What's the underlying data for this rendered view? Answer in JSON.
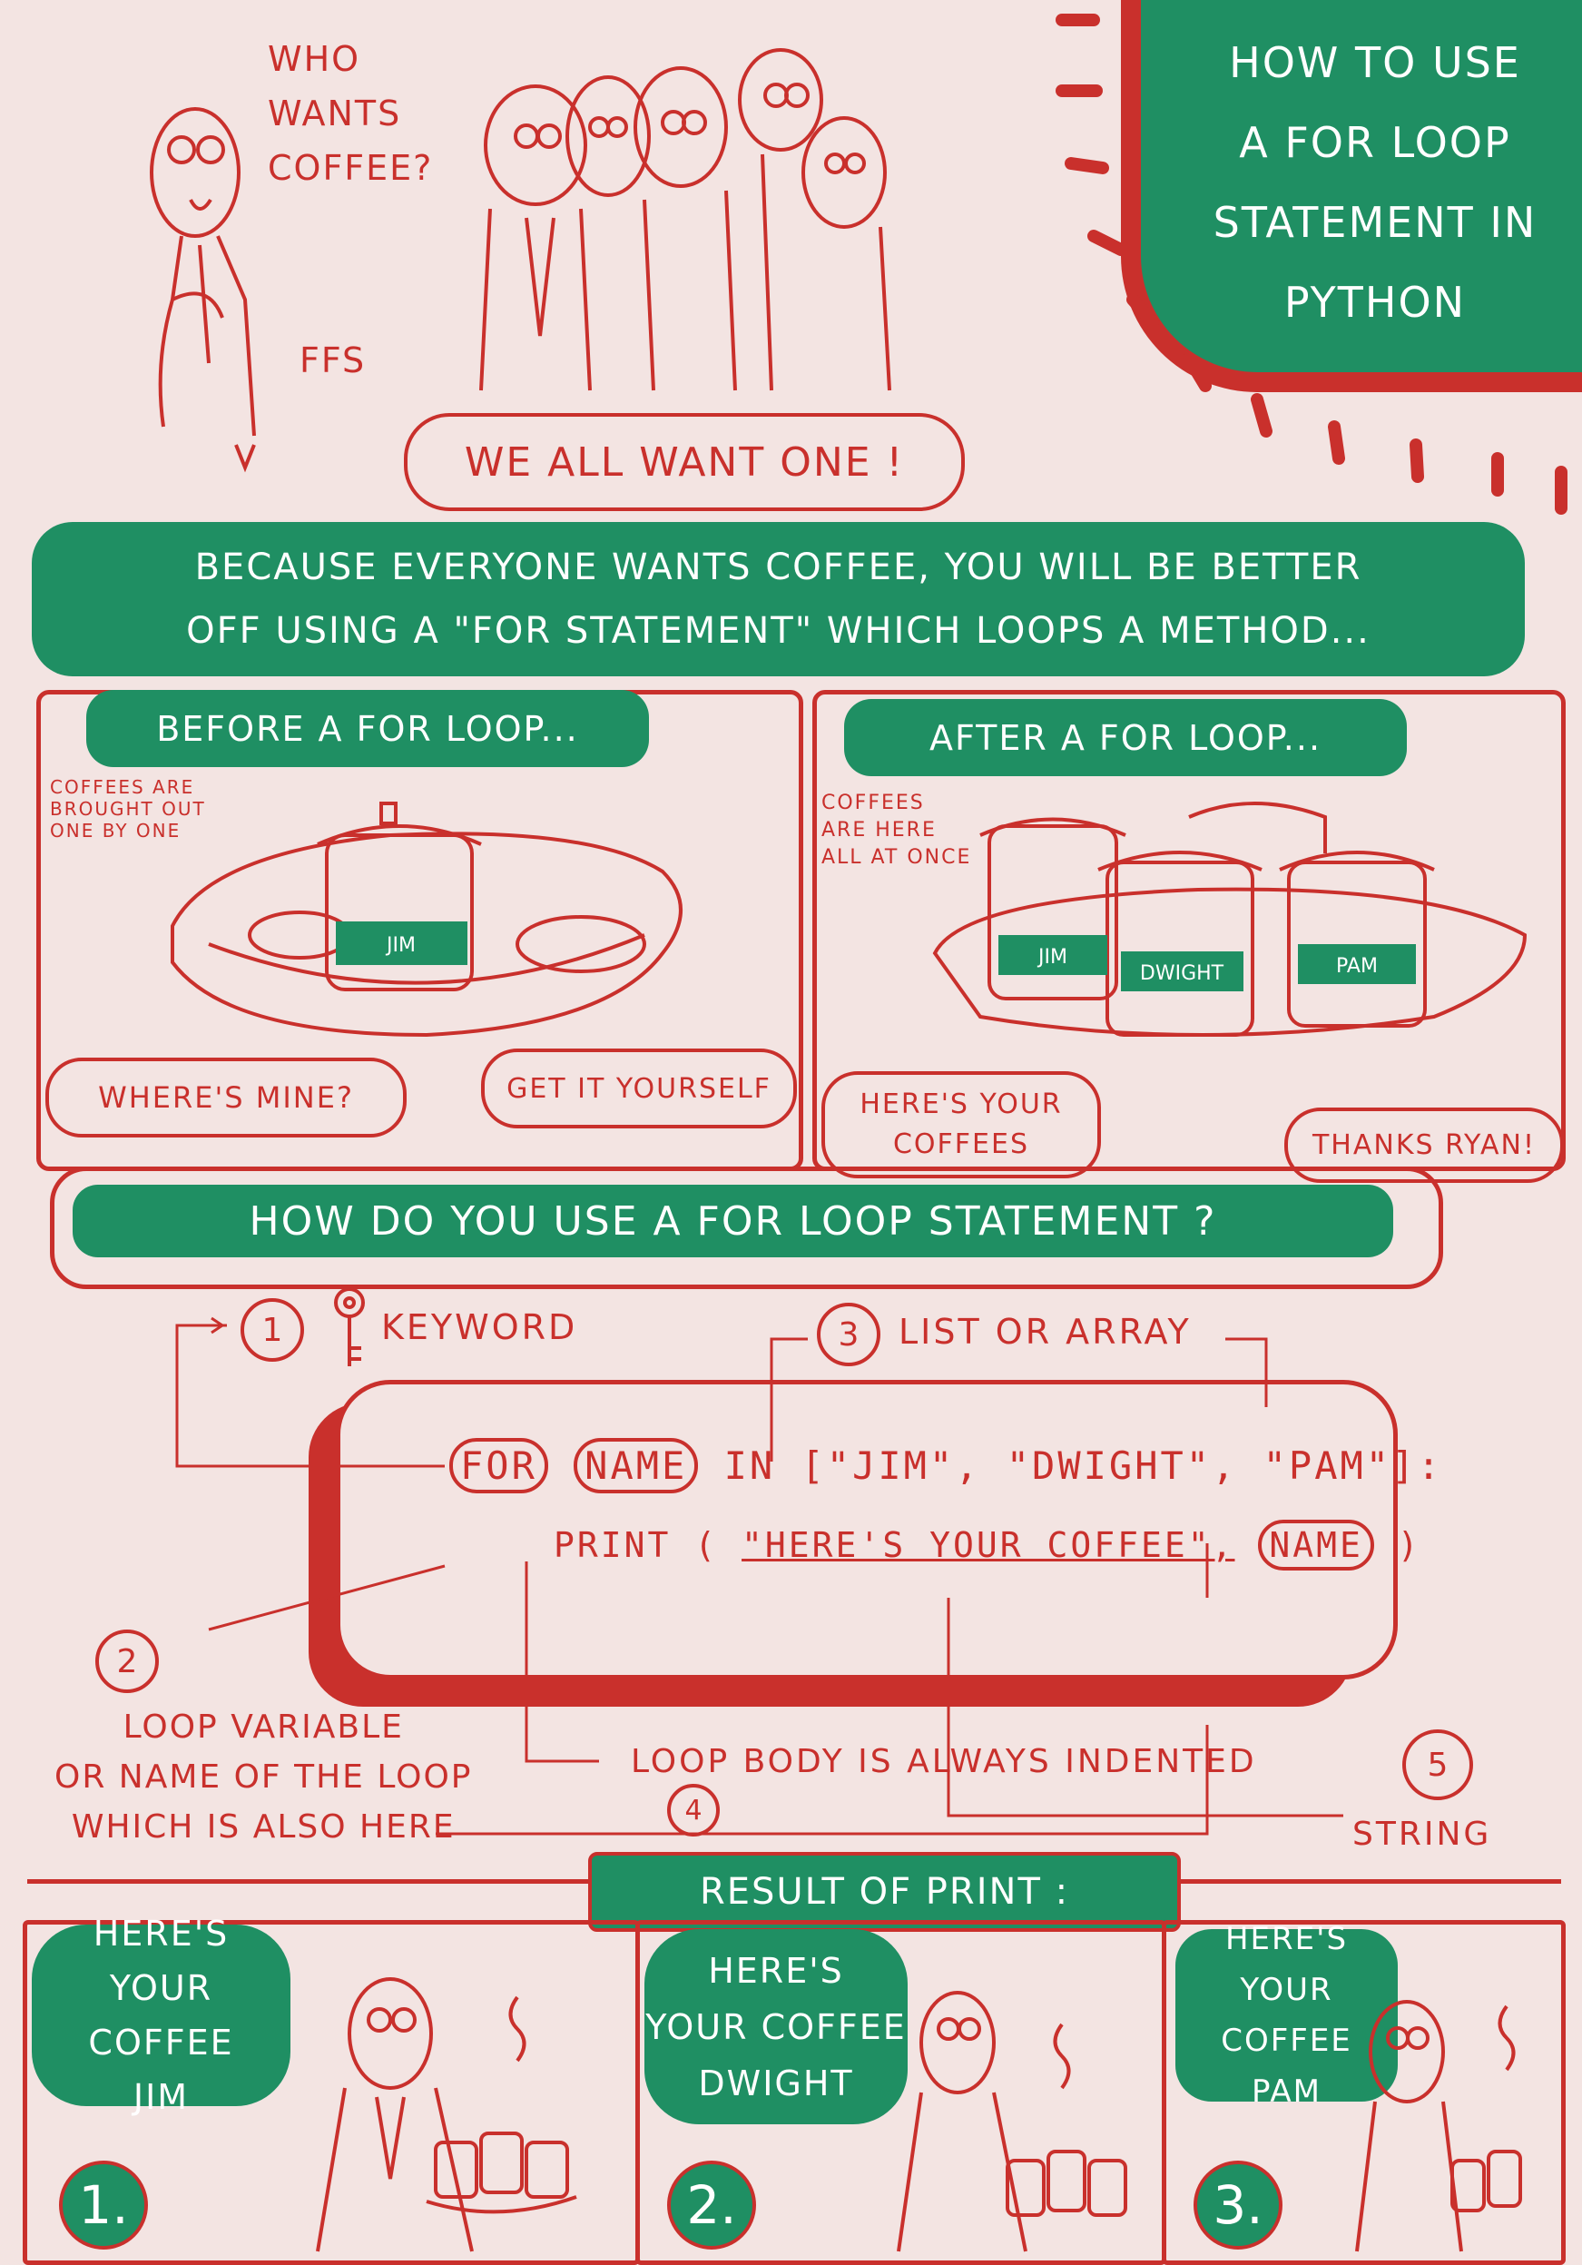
{
  "header": {
    "title_lines": [
      "HOW TO USE",
      "A FOR LOOP",
      "STATEMENT IN",
      "PYTHON"
    ],
    "boss_question": [
      "WHO",
      "WANTS",
      "COFFEE?"
    ],
    "boss_mutter": "FFS",
    "crowd_reply": "WE ALL WANT ONE !"
  },
  "intro": {
    "line1": "BECAUSE EVERYONE WANTS COFFEE, YOU WILL BE BETTER",
    "line2": "OFF USING A \"FOR STATEMENT\" WHICH LOOPS A METHOD..."
  },
  "before_panel": {
    "title": "BEFORE A FOR LOOP...",
    "note": [
      "COFFEES ARE",
      "BROUGHT OUT",
      "ONE BY ONE"
    ],
    "cup_label": "JIM",
    "speech_left": "WHERE'S MINE?",
    "speech_right": "GET IT YOURSELF"
  },
  "after_panel": {
    "title": "AFTER A FOR LOOP...",
    "note": [
      "COFFEES",
      "ARE HERE",
      "ALL AT ONCE"
    ],
    "cup_labels": [
      "JIM",
      "DWIGHT",
      "PAM"
    ],
    "speech_left": [
      "HERE'S YOUR",
      "COFFEES"
    ],
    "speech_right": "THANKS RYAN!"
  },
  "howto": {
    "question": "HOW DO YOU USE A FOR LOOP STATEMENT ?",
    "annotations": {
      "n1": "1",
      "keyword": "KEYWORD",
      "n2": "2",
      "loop_variable": [
        "LOOP VARIABLE",
        "OR NAME OF THE LOOP",
        "WHICH IS ALSO HERE"
      ],
      "n3": "3",
      "list": "LIST OR ARRAY",
      "n4": "4",
      "body": "LOOP BODY IS ALWAYS INDENTED",
      "n5": "5",
      "string": "STRING"
    },
    "code": {
      "kw_for": "FOR",
      "var": "NAME",
      "kw_in": "IN",
      "list": "[\"JIM\", \"DWIGHT\", \"PAM\"]:",
      "print_fn": "PRINT (",
      "print_str": "\"HERE'S YOUR COFFEE\",",
      "print_var": "NAME",
      "print_close": ")"
    }
  },
  "result": {
    "title": "RESULT OF PRINT :",
    "frames": [
      {
        "num": "1.",
        "lines": [
          "HERE'S",
          "YOUR COFFEE",
          "JIM"
        ]
      },
      {
        "num": "2.",
        "lines": [
          "HERE'S",
          "YOUR COFFEE",
          "DWIGHT"
        ]
      },
      {
        "num": "3.",
        "lines": [
          "HERE'S",
          "YOUR COFFEE",
          "PAM"
        ]
      }
    ]
  },
  "colors": {
    "red": "#c9302c",
    "green": "#1f8f63",
    "paper": "#f3e4e2"
  }
}
